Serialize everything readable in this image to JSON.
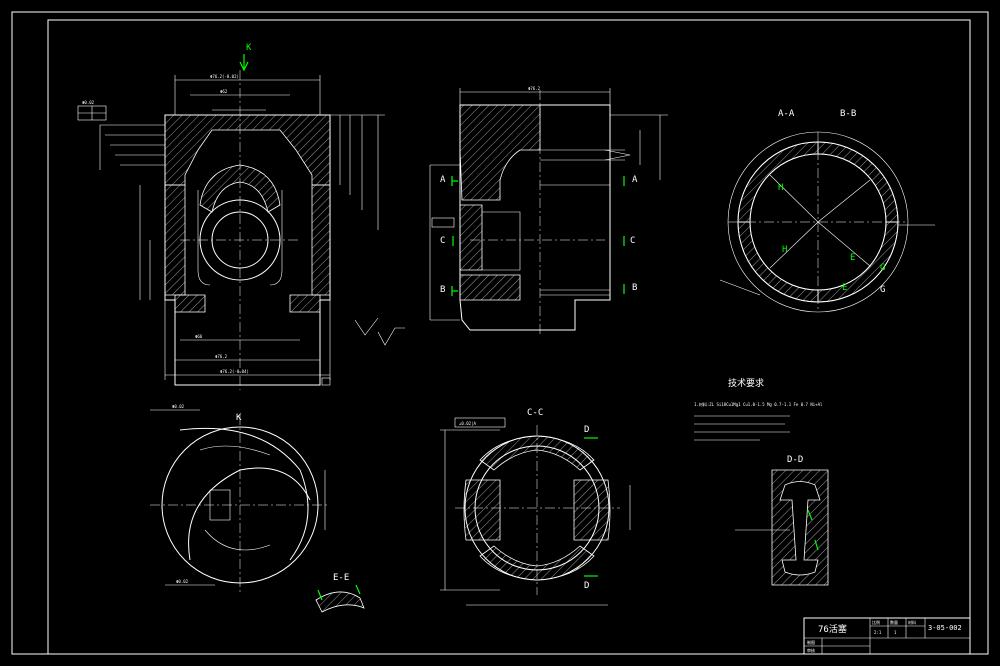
{
  "views": {
    "k_arrow": "K",
    "aa": "A-A",
    "bb": "B-B",
    "k": "K",
    "cc": "C-C",
    "dd": "D-D",
    "ee": "E-E",
    "sec_a": "A",
    "sec_b": "B",
    "sec_c": "C",
    "sec_d": "D",
    "sec_e": "E",
    "sec_g": "G",
    "sec_h": "H"
  },
  "notes": {
    "title": "技术要求",
    "line1": "1.材料:ZL Si18Cu1Mg1 Cu1.0-1.5 Mg 0.7-1.1 Fe 0.7 Ni+Al"
  },
  "title_block": {
    "name": "76活塞",
    "drawing_no": "3-05-002",
    "col1": "比例",
    "col2": "数量",
    "col3": "材料",
    "val1": "2:1",
    "val2": "1",
    "row2": "制图",
    "row3": "审核"
  },
  "colors": {
    "lines": "#ffffff",
    "arrows": "#00ff00",
    "background": "#000000"
  }
}
